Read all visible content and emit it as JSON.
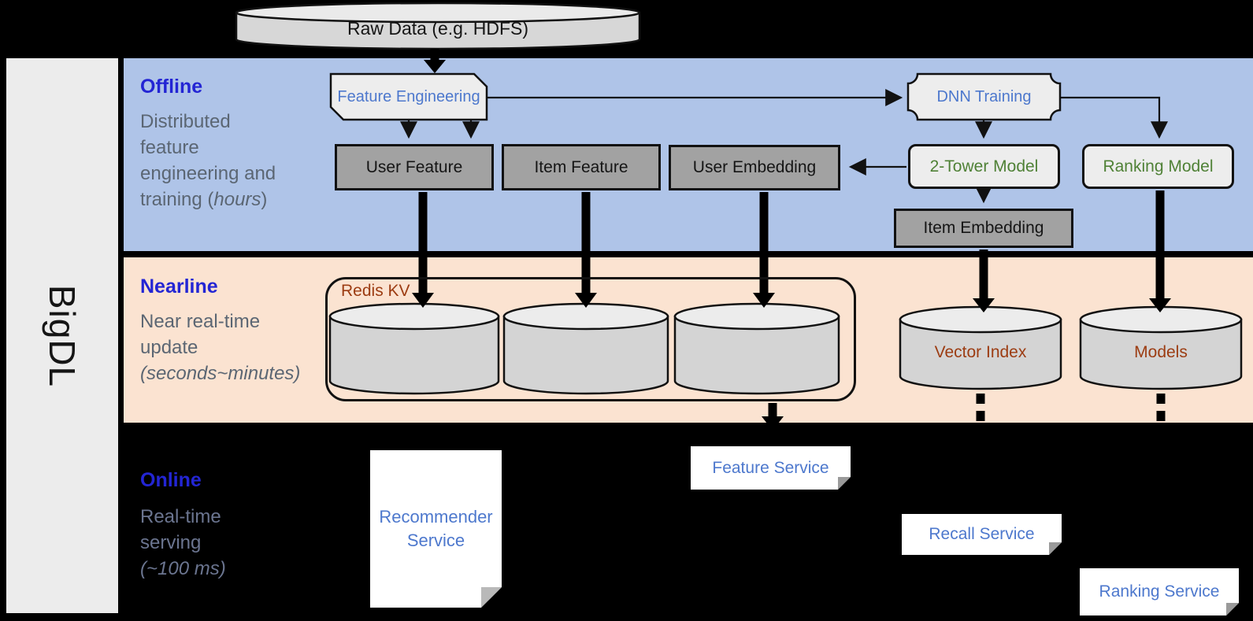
{
  "brand": {
    "label": "BigDL"
  },
  "colors": {
    "background": "#000000",
    "offline_band": "#afc4e8",
    "nearline_band": "#fbe3d1",
    "sidebar_gray": "#ececec",
    "heading_blue": "#2325d4",
    "body_slate": "#5b6673",
    "node_blue": "#4d78cd",
    "node_green": "#4f8136",
    "store_brown": "#9c3c12",
    "dark_node_fill": "#a2a2a2",
    "light_node_fill": "#ededed"
  },
  "datastores": {
    "raw_data": "Raw Data (e.g. HDFS)",
    "redis_kv": "Redis KV",
    "vector_index": "Vector Index",
    "models": "Models"
  },
  "sections": {
    "offline": {
      "title": "Offline",
      "desc_lines": [
        "Distributed",
        "feature",
        "engineering and"
      ],
      "tail_prefix": "training (",
      "tail_italic": "hours",
      "tail_suffix": ")"
    },
    "nearline": {
      "title": "Nearline",
      "desc_lines": [
        "Near real-time",
        "update"
      ],
      "desc_italic": "(seconds~minutes)"
    },
    "online": {
      "title": "Online",
      "desc_lines": [
        "Real-time",
        "serving"
      ],
      "desc_italic": "(~100 ms)"
    }
  },
  "nodes": {
    "feature_engineering": "Feature Engineering",
    "dnn_training": "DNN Training",
    "user_feature": "User Feature",
    "item_feature": "Item Feature",
    "user_embedding": "User Embedding",
    "two_tower_model": "2-Tower Model",
    "ranking_model": "Ranking Model",
    "item_embedding": "Item Embedding"
  },
  "services": {
    "recommender": "Recommender Service",
    "feature": "Feature Service",
    "recall": "Recall Service",
    "ranking": "Ranking Service"
  }
}
